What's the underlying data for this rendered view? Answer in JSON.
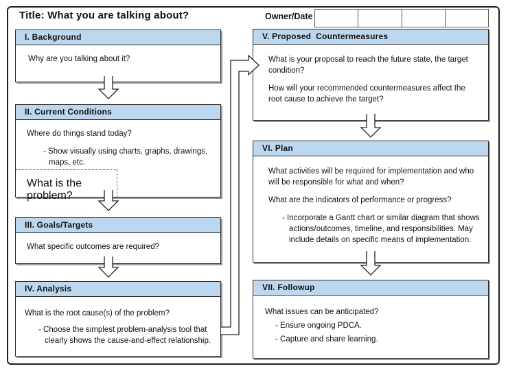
{
  "page": {
    "title": "Title: What you are talking about?",
    "owner": {
      "label": "Owner/Date",
      "cells": 4
    }
  },
  "colors": {
    "header_fill": "#BDD7EE",
    "box_border": "#2B2B2B",
    "shadow": "#9A9A9A",
    "frame_border": "#1F1F1F"
  },
  "icons": {
    "down_arrow": "hollow double-line down arrow",
    "connector": "hollow right-angle block arrow from IV. Analysis to V. Proposed Countermeasures"
  },
  "sections": {
    "background": {
      "title": "I. Background",
      "q1": "Why are you talking about it?"
    },
    "current": {
      "title": "II. Current Conditions",
      "q1": "Where do things stand today?",
      "b1": "- Show visually using charts, graphs, drawings, maps, etc.",
      "problem": "What is the problem?"
    },
    "goals": {
      "title": "III. Goals/Targets",
      "q1": "What specific outcomes are required?"
    },
    "analysis": {
      "title": "IV. Analysis",
      "q1": "What is the root cause(s) of the problem?",
      "b1": "- Choose the simplest problem-analysis tool that clearly shows the cause-and-effect relationship."
    },
    "countermeasures": {
      "title": "V. Proposed  Countermeasures",
      "q1": "What is your proposal to reach the future state, the target condition?",
      "q2": "How will your recommended countermeasures affect the root cause to achieve the target?"
    },
    "plan": {
      "title": "VI. Plan",
      "q1": "What activities will be required for implementation and who will be responsible for what and when?",
      "q2": "What are the indicators of performance or progress?",
      "b1": "- Incorporate a Gantt chart or similar diagram that shows actions/outcomes, timeline, and responsibilities. May include details on specific means of implementation."
    },
    "followup": {
      "title": "VII. Followup",
      "q1": "What issues can be anticipated?",
      "b1": "- Ensure ongoing PDCA.",
      "b2": "- Capture and share learning."
    }
  }
}
